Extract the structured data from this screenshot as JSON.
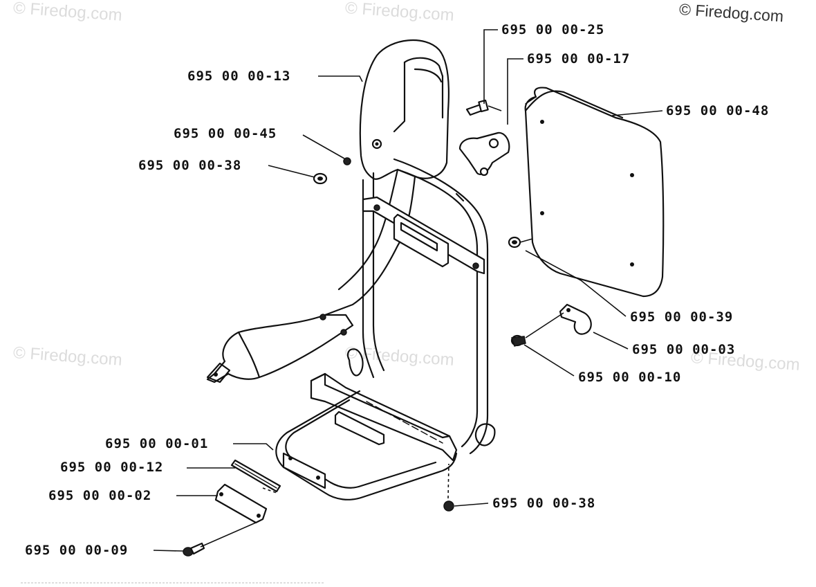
{
  "watermarks": {
    "top_right": "© Firedog.com",
    "faint_1": "© Firedog.com",
    "faint_2": "© Firedog.com",
    "faint_3": "© Firedog.com",
    "faint_4": "© Firedog.com",
    "faint_5": "© Firedog.com"
  },
  "part_labels": {
    "p25": "695 00 00-25",
    "p17": "695 00 00-17",
    "p13": "695 00 00-13",
    "p48": "695 00 00-48",
    "p45": "695 00 00-45",
    "p38_top": "695 00 00-38",
    "p39": "695 00 00-39",
    "p03": "695 00 00-03",
    "p10": "695 00 00-10",
    "p01": "695 00 00-01",
    "p12": "695 00 00-12",
    "p02": "695 00 00-02",
    "p38_bottom": "695 00 00-38",
    "p09": "695 00 00-09"
  }
}
